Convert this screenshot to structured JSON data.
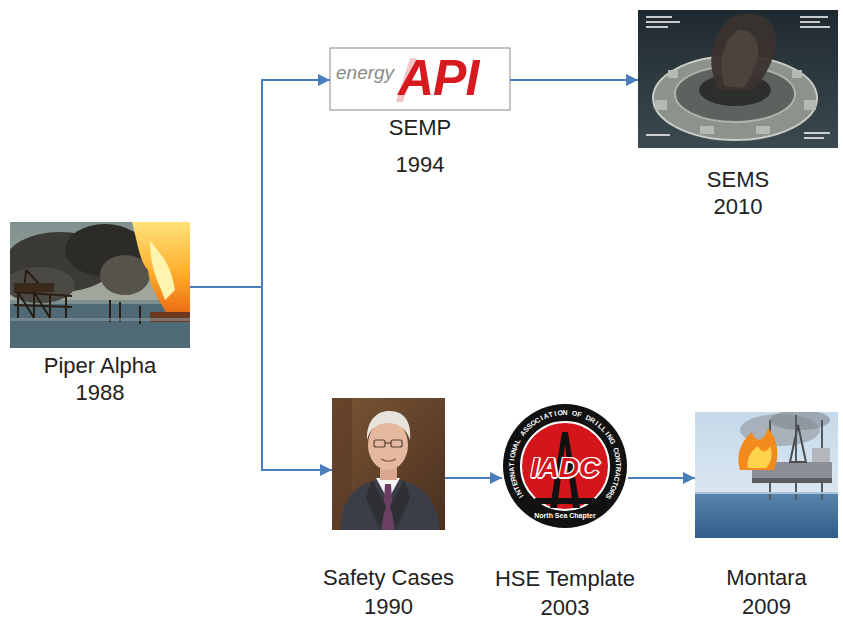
{
  "diagram": {
    "nodes": [
      {
        "text": [
          "Piper Alpha",
          "1988"
        ]
      },
      {
        "text": [
          "SEMP",
          "1994"
        ]
      },
      {
        "text": [
          "SEMS",
          "2010"
        ]
      },
      {
        "text": [
          "Safety Cases",
          "1990"
        ]
      },
      {
        "text": [
          "HSE Template",
          "2003"
        ]
      },
      {
        "text": [
          "Montara",
          "2009"
        ]
      }
    ],
    "edges": [
      {
        "from": 0,
        "to": 1,
        "arrow": "to"
      },
      {
        "from": 0,
        "to": 3,
        "arrow": "to"
      },
      {
        "from": 1,
        "to": 2,
        "arrow": "to"
      },
      {
        "from": 3,
        "to": 4,
        "arrow": "to"
      },
      {
        "from": 4,
        "to": 5,
        "arrow": "to"
      }
    ],
    "labels": [
      "energy",
      "API",
      "INTERNATIONAL ASSOCIATION OF DRILLING CONTRACTORS",
      "IADC",
      "North Sea Chapter"
    ]
  }
}
